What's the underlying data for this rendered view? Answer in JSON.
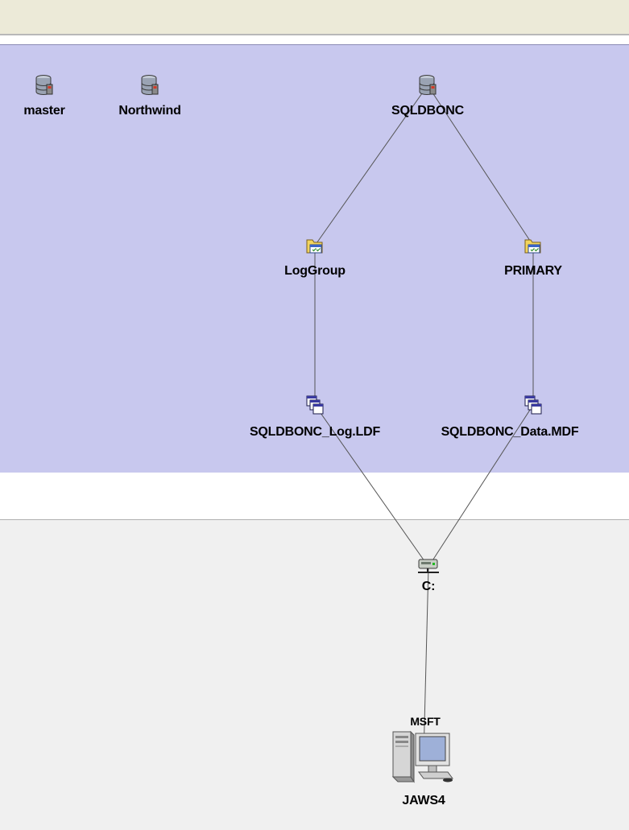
{
  "nodes": {
    "master": {
      "label": "master",
      "type": "database"
    },
    "northwind": {
      "label": "Northwind",
      "type": "database"
    },
    "sqldbonc": {
      "label": "SQLDBONC",
      "type": "database"
    },
    "loggroup": {
      "label": "LogGroup",
      "type": "filegroup"
    },
    "primary": {
      "label": "PRIMARY",
      "type": "filegroup"
    },
    "log_file": {
      "label": "SQLDBONC_Log.LDF",
      "type": "file"
    },
    "data_file": {
      "label": "SQLDBONC_Data.MDF",
      "type": "file"
    },
    "drive_c": {
      "label": "C:",
      "type": "drive"
    },
    "host": {
      "label": "JAWS4",
      "vendor": "MSFT",
      "type": "computer"
    }
  },
  "edges": [
    [
      "sqldbonc",
      "loggroup"
    ],
    [
      "sqldbonc",
      "primary"
    ],
    [
      "loggroup",
      "log_file"
    ],
    [
      "primary",
      "data_file"
    ],
    [
      "log_file",
      "drive_c"
    ],
    [
      "data_file",
      "drive_c"
    ],
    [
      "drive_c",
      "host"
    ]
  ],
  "colors": {
    "database_lane": "#c8c8ee",
    "host_lane": "#f0f0f0",
    "header_band": "#ecead8",
    "link_line": "#555555"
  }
}
